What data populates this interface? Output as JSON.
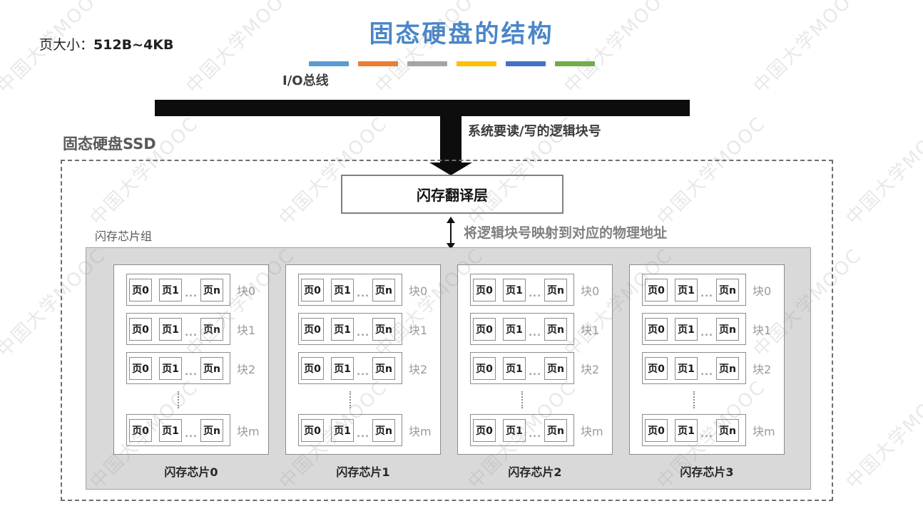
{
  "header": {
    "note_prefix": "页大小：",
    "note_value": "512B~4KB",
    "title": "固态硬盘的结构",
    "title_color": "#4A86C8",
    "accent_bar_colors": [
      "#5B9BD5",
      "#ED7D31",
      "#A5A5A5",
      "#FFC000",
      "#4472C4",
      "#70AD47"
    ]
  },
  "bus": {
    "label": "I/O总线",
    "annotation": "系统要读/写的逻辑块号",
    "bar_color": "#0d0d0d"
  },
  "ssd": {
    "label": "固态硬盘SSD",
    "ftl_label": "闪存翻译层",
    "mapping_note": "将逻辑块号映射到对应的物理地址",
    "chip_group_label": "闪存芯片组",
    "panel_color": "#D9D9D9"
  },
  "chips": [
    {
      "name": "闪存芯片0"
    },
    {
      "name": "闪存芯片1"
    },
    {
      "name": "闪存芯片2"
    },
    {
      "name": "闪存芯片3"
    }
  ],
  "block_labels": [
    "块0",
    "块1",
    "块2",
    "块m"
  ],
  "page_labels": [
    "页0",
    "页1",
    "页n"
  ],
  "page_ellipsis": "...",
  "watermark": {
    "text": "中国大学MOOC"
  }
}
